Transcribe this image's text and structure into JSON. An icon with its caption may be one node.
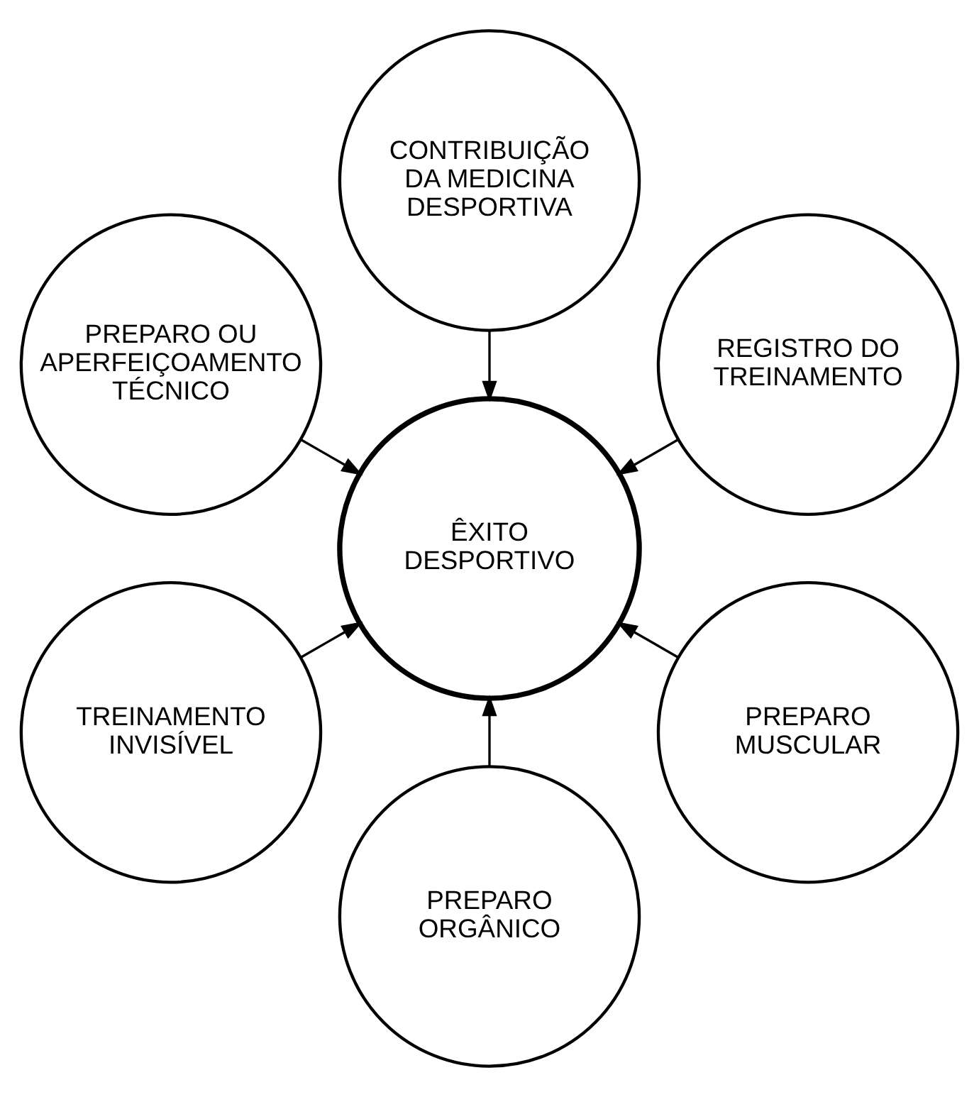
{
  "diagram": {
    "nodes": [
      {
        "text": [
          "REGISTRO DO TREINAMENTO"
        ]
      },
      {
        "text": [
          "CONTRIBUIÇÃO DA MEDICINA DESPORTIVA"
        ]
      },
      {
        "text": [
          "PREPARO OU APERFEIÇOAMENTO TÉCNICO"
        ]
      },
      {
        "text": [
          "ÊXITO DESPORTIVO"
        ]
      },
      {
        "text": [
          "TREINAMENTO INVISÍVEL"
        ]
      },
      {
        "text": [
          "PREPARO ORGÂNICO"
        ]
      },
      {
        "text": [
          "PREPARO MUSCULAR"
        ]
      }
    ],
    "edges": [
      {
        "from": 0,
        "to": 3,
        "arrow": "to"
      },
      {
        "from": 1,
        "to": 3,
        "arrow": "to"
      },
      {
        "from": 2,
        "to": 3,
        "arrow": "to"
      },
      {
        "from": 4,
        "to": 3,
        "arrow": "to"
      },
      {
        "from": 5,
        "to": 3,
        "arrow": "to"
      },
      {
        "from": 6,
        "to": 3,
        "arrow": "to"
      }
    ]
  }
}
